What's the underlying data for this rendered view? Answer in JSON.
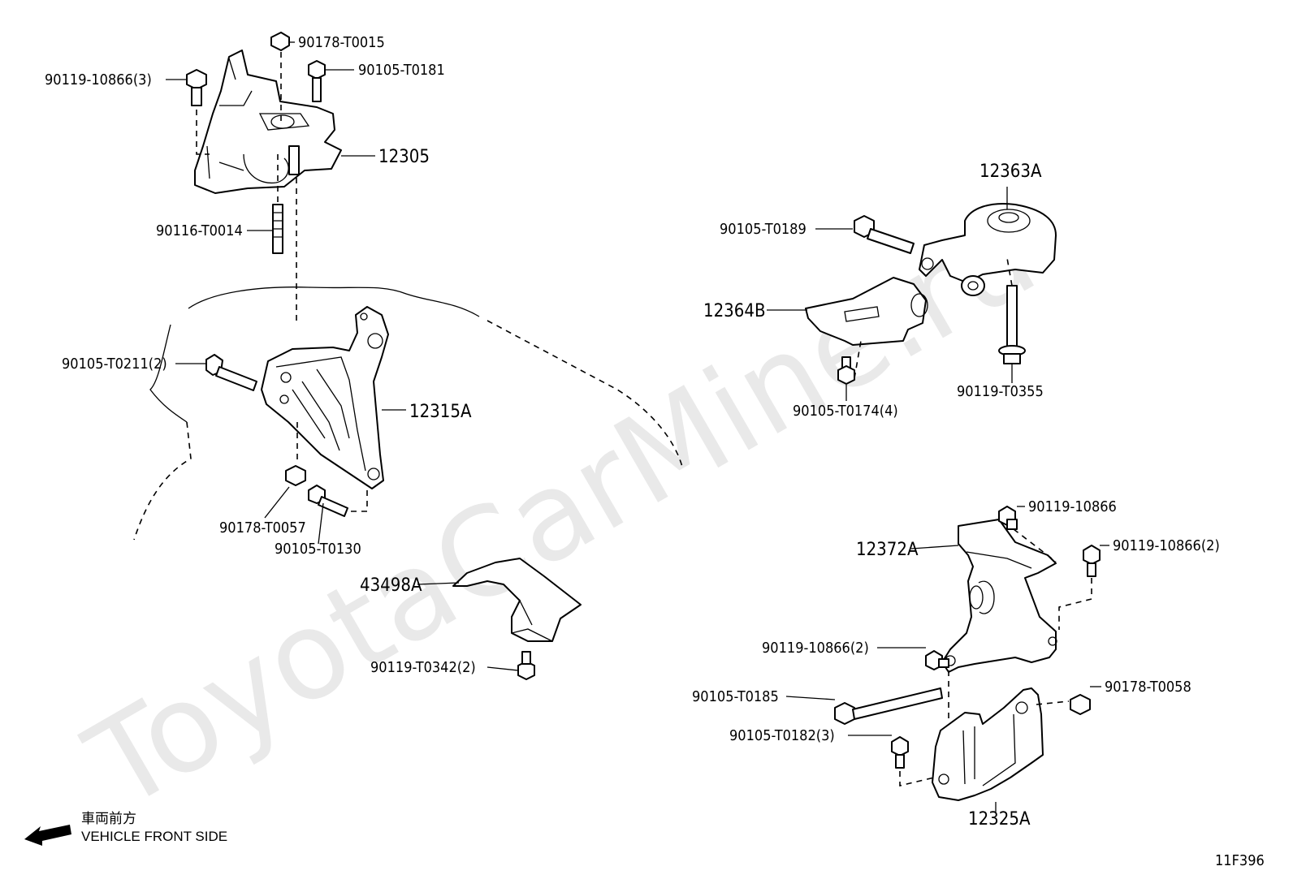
{
  "watermark": "ToyotaCarMine.ru",
  "diagram_code": "11F396",
  "direction": {
    "jp": "車両前方",
    "en": "VEHICLE FRONT SIDE"
  },
  "labels": {
    "p90178_T0015": "90178-T0015",
    "p90105_T0181": "90105-T0181",
    "p90119_10866_3": "90119-10866(3)",
    "p12305": "12305",
    "p90116_T0014": "90116-T0014",
    "p90105_T0211_2": "90105-T0211(2)",
    "p12315A": "12315A",
    "p90178_T0057": "90178-T0057",
    "p90105_T0130": "90105-T0130",
    "p43498A": "43498A",
    "p90119_T0342_2": "90119-T0342(2)",
    "p12363A": "12363A",
    "p90105_T0189": "90105-T0189",
    "p12364B": "12364B",
    "p90105_T0174_4": "90105-T0174(4)",
    "p90119_T0355": "90119-T0355",
    "p90119_10866": "90119-10866",
    "p12372A": "12372A",
    "p90119_10866_2a": "90119-10866(2)",
    "p90119_10866_2b": "90119-10866(2)",
    "p90105_T0185": "90105-T0185",
    "p90178_T0058": "90178-T0058",
    "p90105_T0182_3": "90105-T0182(3)",
    "p12325A": "12325A"
  }
}
